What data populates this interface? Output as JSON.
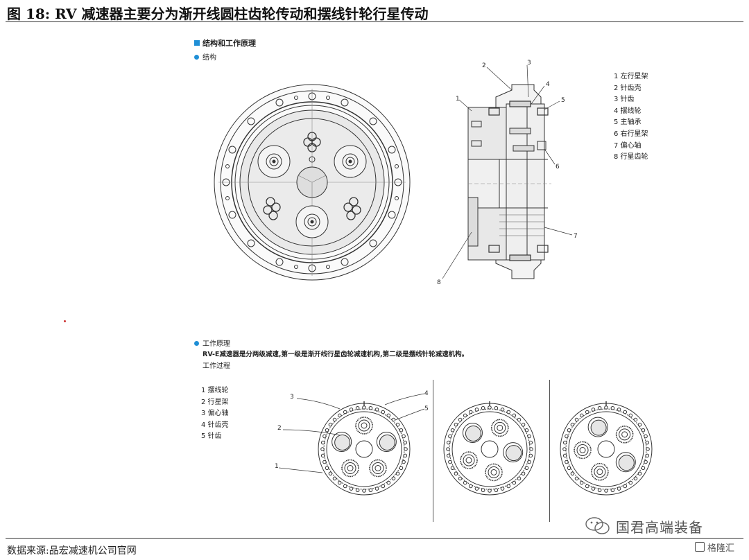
{
  "figure": {
    "title": "图 18:  RV 减速器主要分为渐开线圆柱齿轮传动和摆线针轮行星传动",
    "source": "数据来源:品宏减速机公司官网"
  },
  "structure_section": {
    "heading": "结构和工作原理",
    "subheading": "结构",
    "legend": [
      "1 左行星架",
      "2 针齿壳",
      "3 针齿",
      "4 摆线轮",
      "5 主轴承",
      "6 右行星架",
      "7 偏心轴",
      "8 行星齿轮"
    ],
    "callouts": [
      "1",
      "2",
      "3",
      "4",
      "5",
      "6",
      "7",
      "8"
    ]
  },
  "principle_section": {
    "subheading": "工作原理",
    "description": "RV-E减速器是分两级减速,第一级是渐开线行星齿轮减速机构,第二级是摆线针轮减速机构。",
    "process_label": "工作过程",
    "legend": [
      "1 摆线轮",
      "2 行星架",
      "3 偏心轴",
      "4 针齿壳",
      "5 针齿"
    ],
    "callouts": [
      "3",
      "4",
      "5",
      "2",
      "1"
    ]
  },
  "watermark": {
    "brand": "国君高端装备",
    "platform": "格隆汇"
  },
  "colors": {
    "accent": "#1f8fd6",
    "line": "#333333",
    "fill_gray": "#e6e6e6"
  }
}
